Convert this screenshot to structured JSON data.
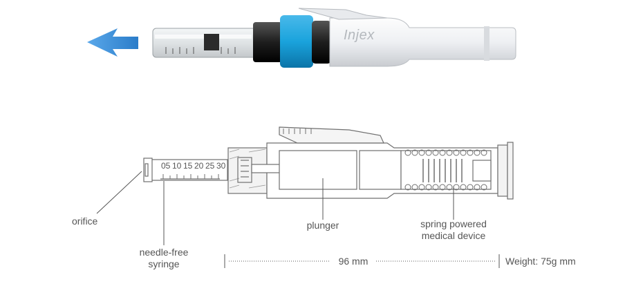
{
  "brand": {
    "logo_text": "Injex"
  },
  "colors": {
    "arrow": "#3f8fd6",
    "accent_ring": "#1aa3dc",
    "body": "#eef0f3",
    "outline": "#6f6f6f",
    "label": "#555555"
  },
  "syringe_scale": [
    "05",
    "10",
    "15",
    "20",
    "25",
    "30"
  ],
  "labels": {
    "orifice": "orifice",
    "syringe_line1": "needle-free",
    "syringe_line2": "syringe",
    "plunger": "plunger",
    "spring_line1": "spring powered",
    "spring_line2": "medical device",
    "length": "96 mm",
    "weight": "Weight: 75g mm"
  }
}
